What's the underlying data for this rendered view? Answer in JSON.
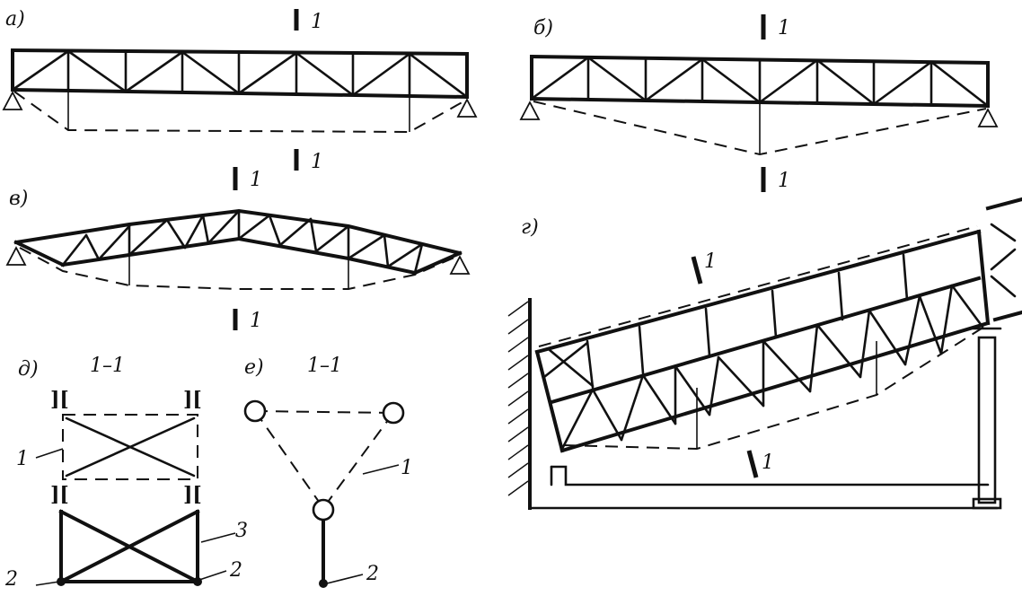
{
  "panel_labels": {
    "a": "а)",
    "b": "б)",
    "v": "в)",
    "g": "г)",
    "d": "д)",
    "e": "е)"
  },
  "section_mark": "1",
  "section_title": "1–1",
  "callouts": {
    "one": "1",
    "two": "2",
    "three": "3"
  }
}
